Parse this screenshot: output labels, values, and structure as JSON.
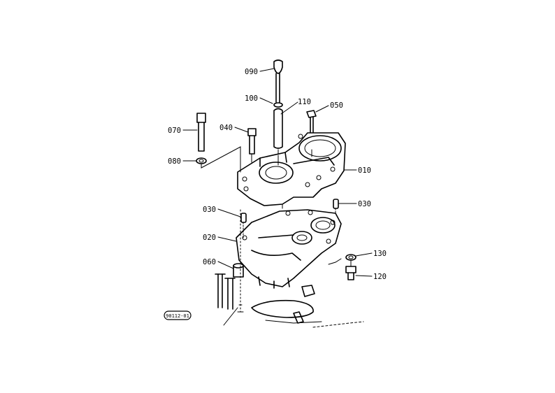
{
  "parts": [
    {
      "id": "p090",
      "label": "090"
    },
    {
      "id": "p100",
      "label": "100"
    },
    {
      "id": "p110",
      "label": "110"
    },
    {
      "id": "p050",
      "label": "050"
    },
    {
      "id": "p070",
      "label": "070"
    },
    {
      "id": "p040",
      "label": "040"
    },
    {
      "id": "p080",
      "label": "080"
    },
    {
      "id": "p010",
      "label": "010"
    },
    {
      "id": "p030a",
      "label": "030"
    },
    {
      "id": "p030b",
      "label": "030"
    },
    {
      "id": "p020",
      "label": "020"
    },
    {
      "id": "p060",
      "label": "060"
    },
    {
      "id": "p130",
      "label": "130"
    },
    {
      "id": "p120",
      "label": "120"
    }
  ],
  "drawing_code": "90112-01"
}
